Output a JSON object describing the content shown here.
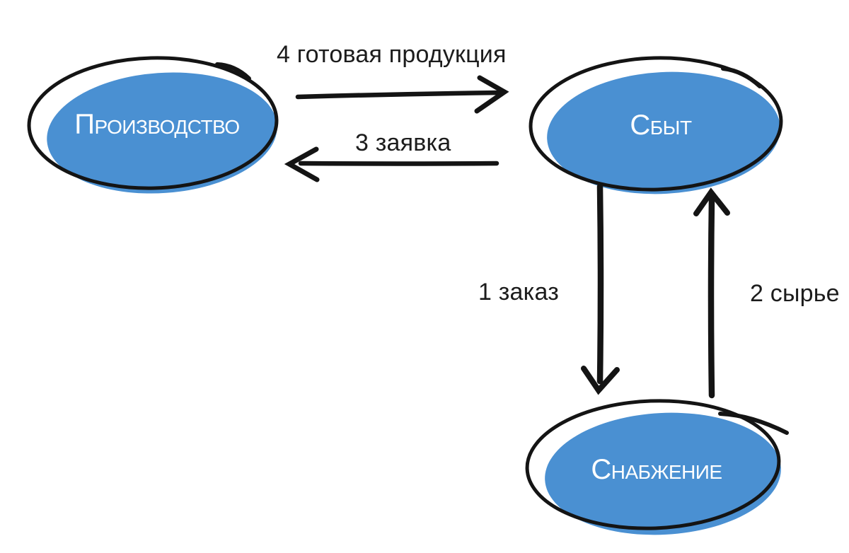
{
  "diagram": {
    "type": "flow",
    "background": "#ffffff",
    "colors": {
      "node_fill": "#4a90d2",
      "node_outline": "#141414",
      "node_label": "#ffffff",
      "arrow": "#141414",
      "edge_label": "#1c1c1c"
    },
    "nodes": [
      {
        "id": "production",
        "label": "Производство"
      },
      {
        "id": "sales",
        "label": "Сбыт"
      },
      {
        "id": "supply",
        "label": "Снабжение"
      }
    ],
    "edges": [
      {
        "id": "finished-goods",
        "label": "4 готовая продукция",
        "from": "production",
        "to": "sales",
        "direction": "right"
      },
      {
        "id": "request",
        "label": "3 заявка",
        "from": "sales",
        "to": "production",
        "direction": "left"
      },
      {
        "id": "order",
        "label": "1 заказ",
        "from": "sales",
        "to": "supply",
        "direction": "down"
      },
      {
        "id": "raw-materials",
        "label": "2 сырье",
        "from": "supply",
        "to": "sales",
        "direction": "up"
      }
    ]
  }
}
